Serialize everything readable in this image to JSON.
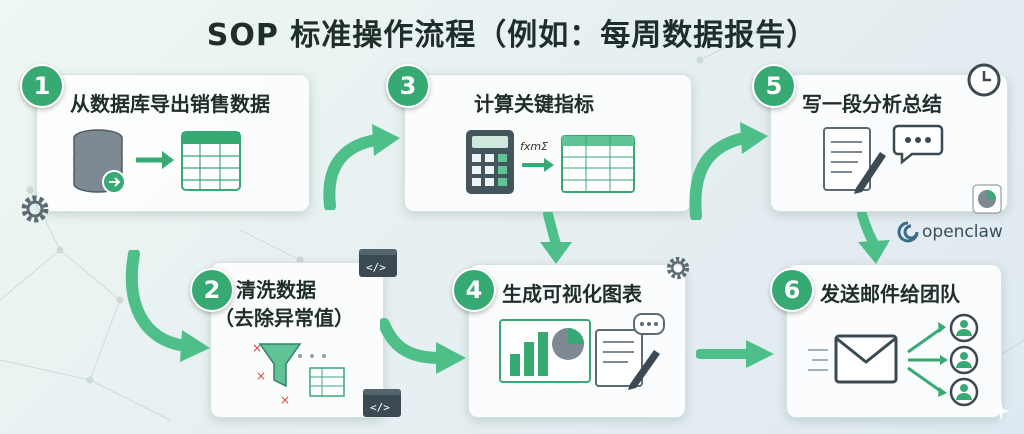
{
  "title": "SOP 标准操作流程（例如：每周数据报告）",
  "steps": [
    {
      "num": "1",
      "label": "从数据库导出销售数据"
    },
    {
      "num": "2",
      "label": "清洗数据",
      "label2": "（去除异常值）"
    },
    {
      "num": "3",
      "label": "计算关键指标"
    },
    {
      "num": "4",
      "label": "生成可视化图表"
    },
    {
      "num": "5",
      "label": "写一段分析总结"
    },
    {
      "num": "6",
      "label": "发送邮件给团队"
    }
  ],
  "formula_text": "fxmΣ",
  "brand": "openclaw",
  "colors": {
    "accent": "#37aa74",
    "arrow": "#4fbf8a",
    "card_border": "#d5e3de"
  }
}
